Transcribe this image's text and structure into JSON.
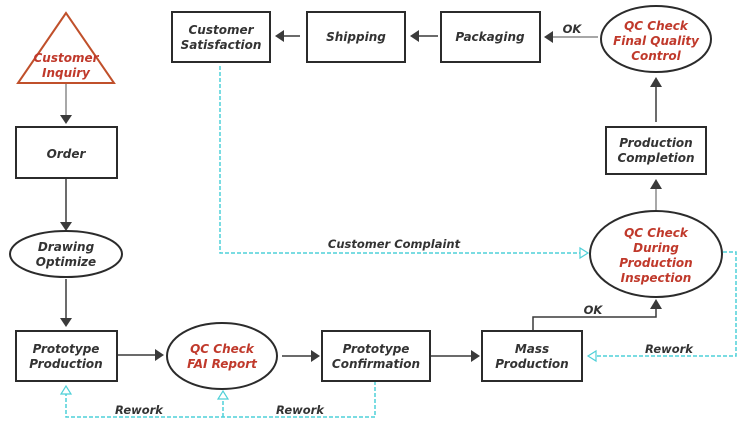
{
  "diagram": {
    "title": "",
    "colors": {
      "node_border": "#2b2b2b",
      "qc_text": "#c0392b",
      "start_border": "#c0502b",
      "loop_line": "#4fd0d8",
      "text": "#333333"
    },
    "nodes": {
      "customer_inquiry": {
        "shape": "triangle",
        "lines": [
          "Customer",
          "Inquiry"
        ]
      },
      "order": {
        "shape": "rectangle",
        "lines": [
          "Order"
        ]
      },
      "drawing_optimize": {
        "shape": "ellipse",
        "lines": [
          "Drawing",
          "Optimize"
        ]
      },
      "prototype_production": {
        "shape": "rectangle",
        "lines": [
          "Prototype",
          "Production"
        ]
      },
      "qc_fai": {
        "shape": "ellipse",
        "lines": [
          "QC Check",
          "FAI Report"
        ]
      },
      "prototype_confirmation": {
        "shape": "rectangle",
        "lines": [
          "Prototype",
          "Confirmation"
        ]
      },
      "mass_production": {
        "shape": "rectangle",
        "lines": [
          "Mass",
          "Production"
        ]
      },
      "qc_during": {
        "shape": "ellipse",
        "lines": [
          "QC Check",
          "During",
          "Production",
          "Inspection"
        ]
      },
      "production_completion": {
        "shape": "rectangle",
        "lines": [
          "Production",
          "Completion"
        ]
      },
      "qc_final": {
        "shape": "ellipse",
        "lines": [
          "QC Check",
          "Final Quality",
          "Control"
        ]
      },
      "packaging": {
        "shape": "rectangle",
        "lines": [
          "Packaging"
        ]
      },
      "shipping": {
        "shape": "rectangle",
        "lines": [
          "Shipping"
        ]
      },
      "customer_satisfaction": {
        "shape": "rectangle",
        "lines": [
          "Customer",
          "Satisfaction"
        ]
      }
    },
    "edge_labels": {
      "ok_final": "OK",
      "ok_mass": "OK",
      "rework_during": "Rework",
      "rework_proto": "Rework",
      "rework_confirm": "Rework",
      "customer_complaint": "Customer Complaint"
    }
  }
}
